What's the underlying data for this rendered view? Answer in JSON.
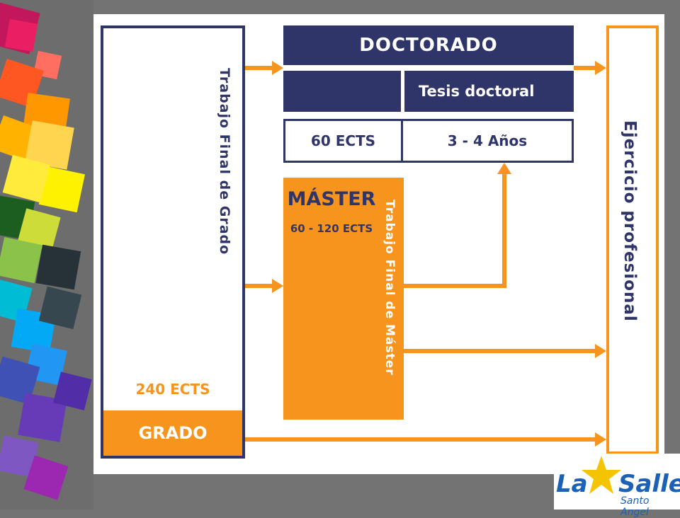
{
  "diagram": {
    "grado": {
      "label": "GRADO",
      "ects": "240 ECTS",
      "final_project": "Trabajo Final de Grado"
    },
    "doctorado": {
      "label": "DOCTORADO",
      "thesis": "Tesis doctoral",
      "ects": "60 ECTS",
      "duration": "3 - 4 Años"
    },
    "master": {
      "label": "MÁSTER",
      "ects": "60 - 120 ECTS",
      "final_project": "Trabajo Final de Máster"
    },
    "professional": {
      "label": "Ejercicio profesional"
    }
  },
  "logo": {
    "text_la": "La",
    "text_salle": "Salle",
    "subtitle": "Santo Angel"
  },
  "colors": {
    "navy": "#2f3568",
    "orange": "#f7941d",
    "slide_background": "#737373",
    "logo_blue": "#1b61b5",
    "logo_star": "#f5c400"
  },
  "icons": [
    "colorful-cubes-decoration",
    "star-icon"
  ]
}
